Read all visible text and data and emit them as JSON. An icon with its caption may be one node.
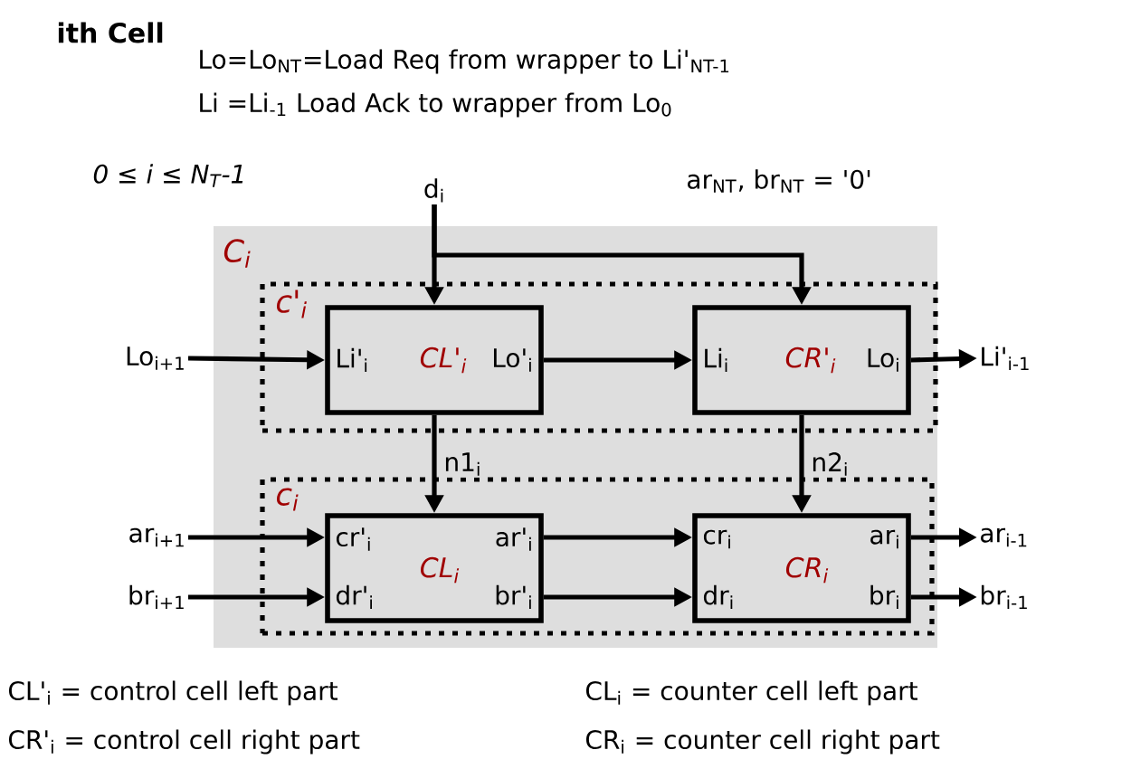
{
  "diagram": {
    "nodes": [
      {
        "text": [
          "C$_{i}$"
        ]
      },
      {
        "text": [
          "c'$_{i}$"
        ],
        "in": 0
      },
      {
        "text": [
          "Li'$_{i}$",
          "CL'$_{i}$",
          "Lo'$_{i}$"
        ],
        "in": 1
      },
      {
        "text": [
          "Li$_{i}$",
          "CR'$_{i}$",
          "Lo$_{i}$"
        ],
        "in": 1
      },
      {
        "text": [
          "c$_{i}$"
        ],
        "in": 0
      },
      {
        "text": [
          "cr'$_{i}$",
          "ar'$_{i}$",
          "CL$_{i}$",
          "dr'$_{i}$",
          "br'$_{i}$"
        ],
        "in": 4
      },
      {
        "text": [
          "cr$_{i}$",
          "ar$_{i}$",
          "CR$_{i}$",
          "dr$_{i}$",
          "br$_{i}$"
        ],
        "in": 4
      },
      {
        "text": [
          "d$_{i}$"
        ]
      },
      {
        "text": [
          "Lo$_{i+1}$"
        ]
      },
      {
        "text": [
          "Li'$_{i-1}$"
        ]
      },
      {
        "text": [
          "ar$_{i+1}$"
        ]
      },
      {
        "text": [
          "br$_{i+1}$"
        ]
      },
      {
        "text": [
          "ar$_{i-1}$"
        ]
      },
      {
        "text": [
          "br$_{i-1}$"
        ]
      }
    ],
    "edges": [
      {
        "from": 7,
        "to": 2,
        "arrow": "to"
      },
      {
        "from": 7,
        "to": 3,
        "arrow": "to"
      },
      {
        "from": 8,
        "to": 2,
        "arrow": "to"
      },
      {
        "from": 2,
        "to": 3,
        "arrow": "to"
      },
      {
        "from": 3,
        "to": 9,
        "arrow": "to"
      },
      {
        "from": 2,
        "to": 5,
        "arrow": "to",
        "label": "n1$_{i}$"
      },
      {
        "from": 3,
        "to": 6,
        "arrow": "to",
        "label": "n2$_{i}$"
      },
      {
        "from": 10,
        "to": 5,
        "arrow": "to"
      },
      {
        "from": 11,
        "to": 5,
        "arrow": "to"
      },
      {
        "from": 5,
        "to": 6,
        "arrow": "to"
      },
      {
        "from": 5,
        "to": 6,
        "arrow": "to"
      },
      {
        "from": 6,
        "to": 12,
        "arrow": "to"
      },
      {
        "from": 6,
        "to": 13,
        "arrow": "to"
      }
    ],
    "labels": [
      "ith Cell",
      "Lo=Lo$_{NT}$=Load Req from wrapper to Li'$_{NT-1}$",
      "Li =Li$_{-1}$ Load Ack to wrapper from Lo$_{0}$",
      "0 ≤ i ≤ N$_{T}$-1",
      "ar$_{NT}$, br$_{NT}$ = '0'",
      "CL'$_{i}$ = control cell left part",
      "CL$_{i}$ = counter cell left part",
      "CR'$_{i}$ = control cell right part",
      "CR$_{i}$ = counter cell right part"
    ]
  }
}
